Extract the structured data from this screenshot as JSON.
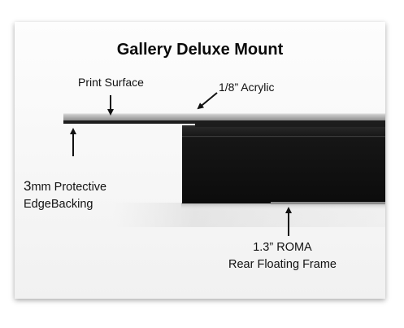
{
  "title": "Gallery Deluxe Mount",
  "labels": {
    "print_surface": "Print Surface",
    "acrylic": "1/8” Acrylic",
    "backing_prefix": "3",
    "backing_line1_rest": "mm Protective",
    "backing_line2": "EdgeBacking",
    "roma_line1": "1.3” ROMA",
    "roma_line2": "Rear Floating Frame"
  },
  "colors": {
    "acrylic_edge": "#b9b9b9",
    "frame": "#151515",
    "backing": "#2a2a2a",
    "text": "#111111"
  }
}
